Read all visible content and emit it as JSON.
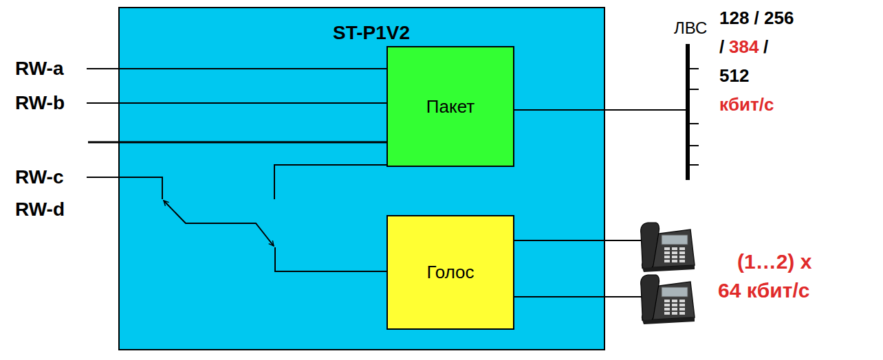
{
  "diagram": {
    "nodes": [
      {
        "text": [
          "ST-P1V2"
        ]
      },
      {
        "text": [
          "Пакет"
        ],
        "in": 0
      },
      {
        "text": [
          "Голос"
        ],
        "in": 0
      }
    ],
    "labels": [
      "RW-a",
      "RW-b",
      "RW-c",
      "RW-d",
      "ЛВС",
      "128 / 256",
      "/",
      "384",
      "/",
      "512",
      "кбит/с",
      "(1…2) x",
      "64 кбит/с"
    ]
  }
}
